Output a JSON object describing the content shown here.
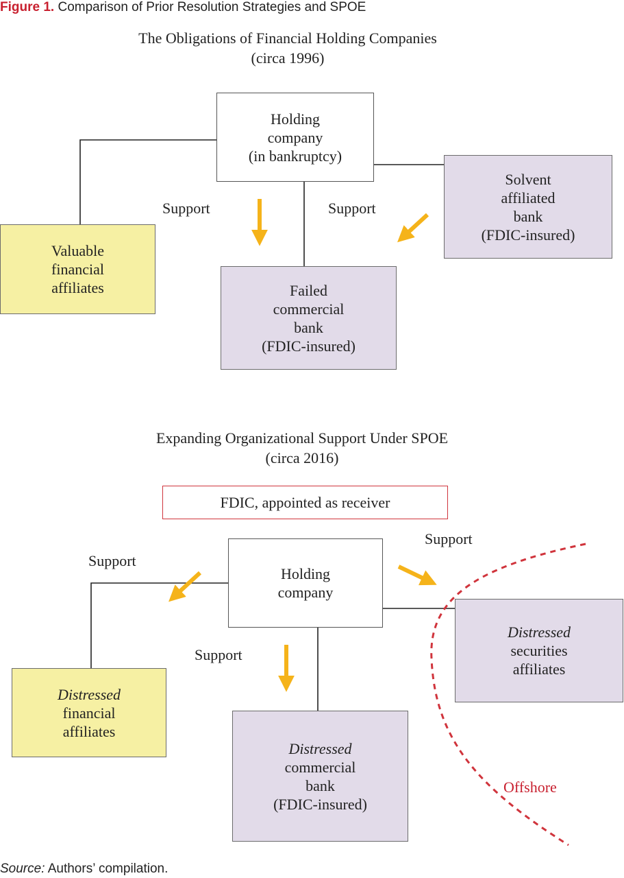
{
  "figure": {
    "label": "Figure 1.",
    "caption": "Comparison of Prior Resolution Strategies and SPOE"
  },
  "panel1": {
    "title": "The Obligations of Financial Holding Companies",
    "subtitle": "(circa 1996)",
    "holding_company": [
      "Holding",
      "company",
      "(in bankruptcy)"
    ],
    "valuable_affiliates": [
      "Valuable",
      "financial",
      "affiliates"
    ],
    "failed_bank": [
      "Failed",
      "commercial",
      "bank",
      "(FDIC-insured)"
    ],
    "solvent_bank": [
      "Solvent",
      "affiliated",
      "bank",
      "(FDIC-insured)"
    ],
    "support_left": "Support",
    "support_right": "Support"
  },
  "panel2": {
    "title": "Expanding Organizational Support Under SPOE",
    "subtitle": "(circa 2016)",
    "receiver": "FDIC, appointed as receiver",
    "holding_company": [
      "Holding",
      "company"
    ],
    "financial_affiliates": {
      "italic": "Distressed",
      "rest": [
        "financial",
        "affiliates"
      ]
    },
    "commercial_bank": {
      "italic": "Distressed",
      "rest": [
        "commercial",
        "bank",
        "(FDIC-insured)"
      ]
    },
    "securities_affiliates": {
      "italic": "Distressed",
      "rest": [
        "securities",
        "affiliates"
      ]
    },
    "support_left": "Support",
    "support_bottom": "Support",
    "support_right": "Support",
    "offshore": "Offshore"
  },
  "source": {
    "label": "Source:",
    "text": "Authors’ compilation."
  },
  "colors": {
    "arrow": "#f5b31a",
    "lavender": "#e2dbe9",
    "yellow": "#f6f0a3",
    "red": "#c8202f"
  }
}
